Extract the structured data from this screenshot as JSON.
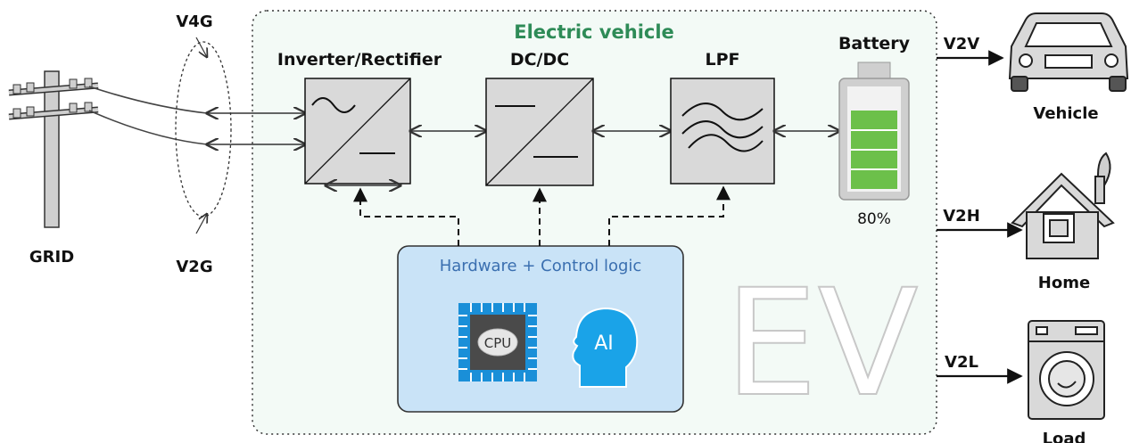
{
  "ev_box": {
    "title": "Electric vehicle",
    "watermark": "EV"
  },
  "grid": {
    "label": "GRID",
    "v4g": "V4G",
    "v2g": "V2G"
  },
  "blocks": {
    "inverter": "Inverter/Rectifier",
    "dcdc": "DC/DC",
    "lpf": "LPF",
    "battery": "Battery",
    "battery_level": "80%"
  },
  "control": {
    "title": "Hardware + Control logic",
    "cpu": "CPU",
    "ai": "AI"
  },
  "outputs": [
    {
      "link": "V2V",
      "label": "Vehicle"
    },
    {
      "link": "V2H",
      "label": "Home"
    },
    {
      "link": "V2L",
      "label": "Load"
    }
  ],
  "colors": {
    "ev_title": "#2e8b57",
    "control_title": "#3a6fb0",
    "control_fill": "#c9e3f7",
    "ai_blue": "#1aa3e8",
    "battery_green": "#6cc04a",
    "block_fill": "#d9d9d9"
  }
}
